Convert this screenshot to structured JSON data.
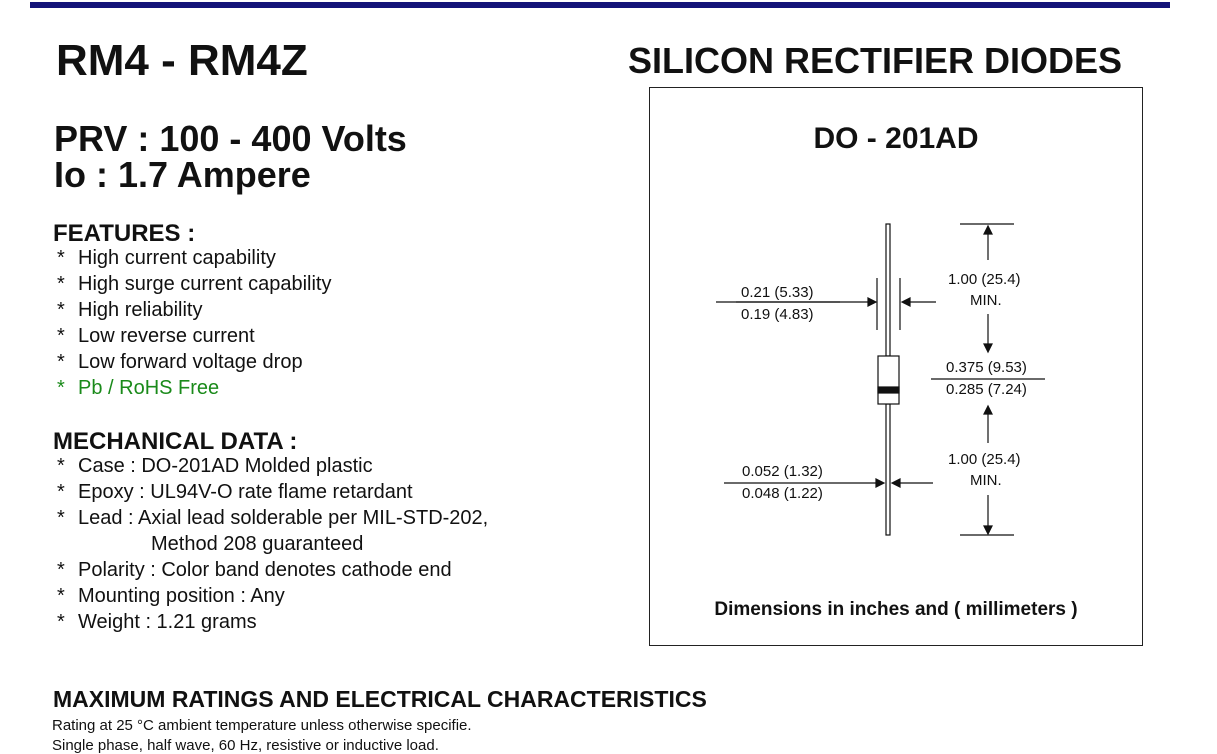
{
  "header": {
    "part_number": "RM4 - RM4Z",
    "product_title": "SILICON RECTIFIER DIODES",
    "prv": "PRV : 100 - 400 Volts",
    "io": "Io : 1.7 Ampere"
  },
  "features": {
    "heading": "FEATURES :",
    "bullet": "*",
    "items": [
      "High current capability",
      "High surge current capability",
      "High reliability",
      "Low reverse current",
      "Low forward voltage drop",
      "Pb / RoHS Free"
    ]
  },
  "mechanical": {
    "heading": "MECHANICAL  DATA :",
    "items": [
      "Case :  DO-201AD  Molded plastic",
      "Epoxy : UL94V-O rate flame retardant",
      "Lead : Axial lead solderable per MIL-STD-202,",
      "Method 208 guaranteed",
      "Polarity : Color band denotes cathode end",
      "Mounting  position : Any",
      "Weight :    1.21  grams"
    ]
  },
  "package": {
    "name": "DO - 201AD",
    "body_dia_max": "0.21 (5.33)",
    "body_dia_min": "0.19 (4.83)",
    "lead_len_top": "1.00 (25.4)",
    "lead_len_top_suffix": "MIN.",
    "body_len_max": "0.375 (9.53)",
    "body_len_min": "0.285 (7.24)",
    "lead_dia_max": "0.052 (1.32)",
    "lead_dia_min": "0.048 (1.22)",
    "lead_len_bottom": "1.00 (25.4)",
    "lead_len_bottom_suffix": "MIN.",
    "dims_caption": "Dimensions in inches and ( millimeters )"
  },
  "ratings": {
    "heading": "MAXIMUM RATINGS AND ELECTRICAL CHARACTERISTICS",
    "note1": "Rating at  25 °C ambient temperature unless otherwise specifie.",
    "note2": "Single phase, half wave, 60 Hz, resistive or inductive load."
  },
  "colors": {
    "top_bar": "#141479",
    "rohs_green": "#1a8a1a"
  }
}
